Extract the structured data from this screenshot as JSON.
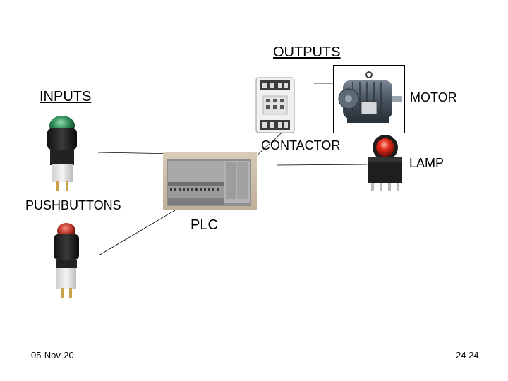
{
  "labels": {
    "outputs": "OUTPUTS",
    "inputs": "INPUTS",
    "motor": "MOTOR",
    "contactor": "CONTACTOR",
    "lamp": "LAMP",
    "pushbuttons": "PUSHBUTTONS",
    "plc": "PLC"
  },
  "footer": {
    "date": "05-Nov-20",
    "page": "24 24"
  },
  "icons": {
    "green_pushbutton": "pushbutton-green-icon",
    "red_pushbutton": "pushbutton-red-icon",
    "plc": "plc-unit-icon",
    "contactor": "contactor-icon",
    "motor": "motor-icon",
    "lamp": "indicator-lamp-icon"
  },
  "colors": {
    "green_cap": "#2e8b57",
    "red_cap": "#c0392b",
    "lamp_red": "#e52d1c"
  }
}
